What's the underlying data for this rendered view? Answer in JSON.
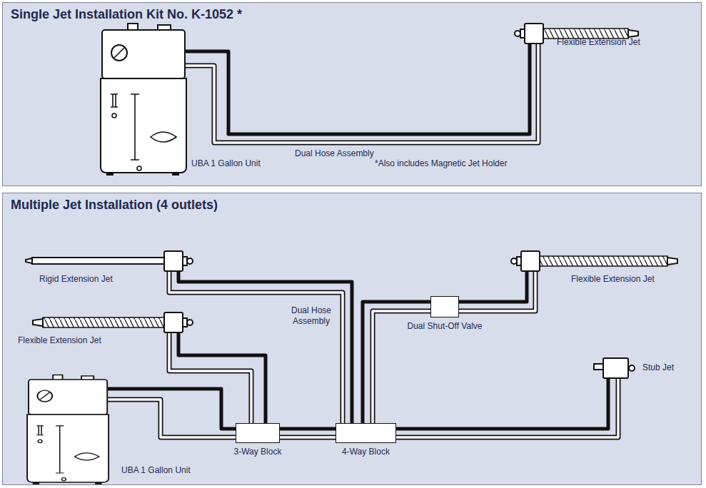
{
  "diagram": {
    "nodes": [
      {
        "text": [
          "Single Jet Installation Kit No. K-1052 *"
        ]
      },
      {
        "text": [
          "Multiple Jet Installation (4 outlets)"
        ]
      },
      {
        "text": [
          "3-Way Block"
        ],
        "in": 1
      },
      {
        "text": [
          "4-Way Block"
        ],
        "in": 1
      },
      {
        "text": [
          "Dual Shut-Off Valve"
        ],
        "in": 1
      }
    ],
    "edges": [
      {
        "from": 2,
        "to": 3,
        "arrow": "none"
      },
      {
        "from": 3,
        "to": 4,
        "arrow": "none"
      }
    ],
    "labels": [
      "UBA 1 Gallon Unit",
      "Dual Hose Assembly",
      "Flexible Extension Jet",
      "*Also includes Magnetic Jet Holder",
      "Rigid Extension Jet",
      "Flexible Extension Jet",
      "Dual Hose Assembly",
      "Flexible Extension Jet",
      "Stub Jet",
      "UBA 1 Gallon Unit"
    ]
  }
}
